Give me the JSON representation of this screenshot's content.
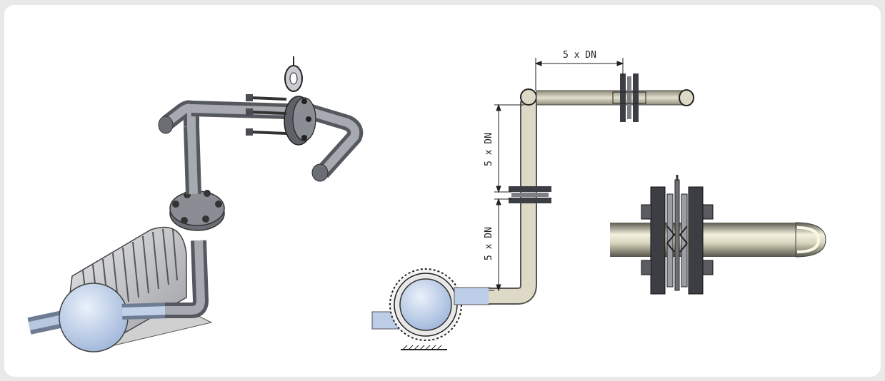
{
  "dimensions": {
    "top_label": "5 x DN",
    "upper_vertical_label": "5 x DN",
    "lower_vertical_label": "5 x DN"
  },
  "colors": {
    "pipe_dark": "#8a8d93",
    "pipe_dark_light": "#b9bcc1",
    "pipe_beige": "#d9d6c4",
    "pump_blue": "#c9d9f0",
    "flange_dark": "#3c3e44",
    "background": "#e9e9ea"
  },
  "icons": [
    "pump-motor-icon",
    "flange-icon",
    "pipe-elbow-icon",
    "dimension-arrow-icon"
  ]
}
